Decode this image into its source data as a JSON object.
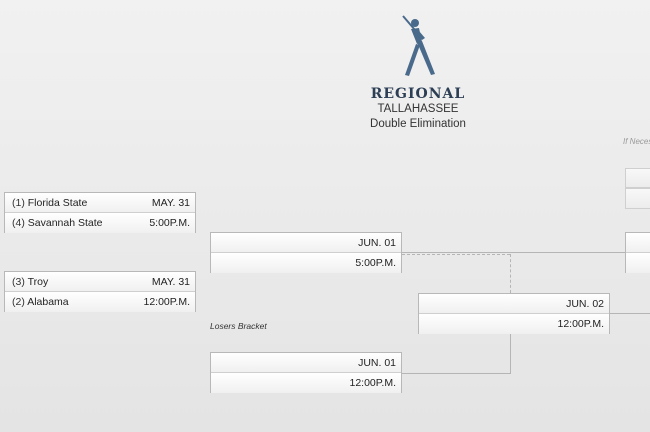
{
  "header": {
    "logo_icon": "baseball-batter-icon",
    "title": "REGIONAL",
    "location": "TALLAHASSEE",
    "format": "Double Elimination"
  },
  "if_necessary_label": "If Necessary",
  "losers_label": "Losers Bracket",
  "round1": [
    {
      "team1": {
        "seed": "(1)",
        "name": "Florida State"
      },
      "team2": {
        "seed": "(4)",
        "name": "Savannah State"
      },
      "date": "MAY. 31",
      "time": "5:00P.M."
    },
    {
      "team1": {
        "seed": "(3)",
        "name": "Troy"
      },
      "team2": {
        "seed": "(2)",
        "name": "Alabama"
      },
      "date": "MAY. 31",
      "time": "12:00P.M."
    }
  ],
  "winners_game": {
    "date": "JUN. 01",
    "time": "5:00P.M."
  },
  "losers_game": {
    "date": "JUN. 01",
    "time": "12:00P.M."
  },
  "elimination_game": {
    "date": "JUN. 02",
    "time": "12:00P.M."
  },
  "colors": {
    "title": "#2c3e55",
    "logo": "#4a6a8c",
    "connector": "#b5b5b5"
  }
}
